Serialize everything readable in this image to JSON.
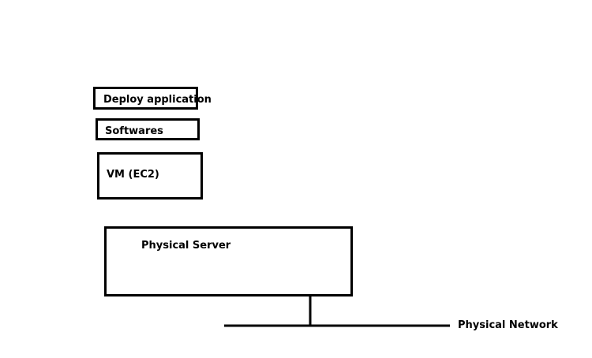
{
  "diagram": {
    "layers": {
      "deploy_application": "Deploy application",
      "softwares": "Softwares",
      "vm": "VM (EC2)",
      "physical_server": "Physical Server"
    },
    "network_label": "Physical Network"
  }
}
